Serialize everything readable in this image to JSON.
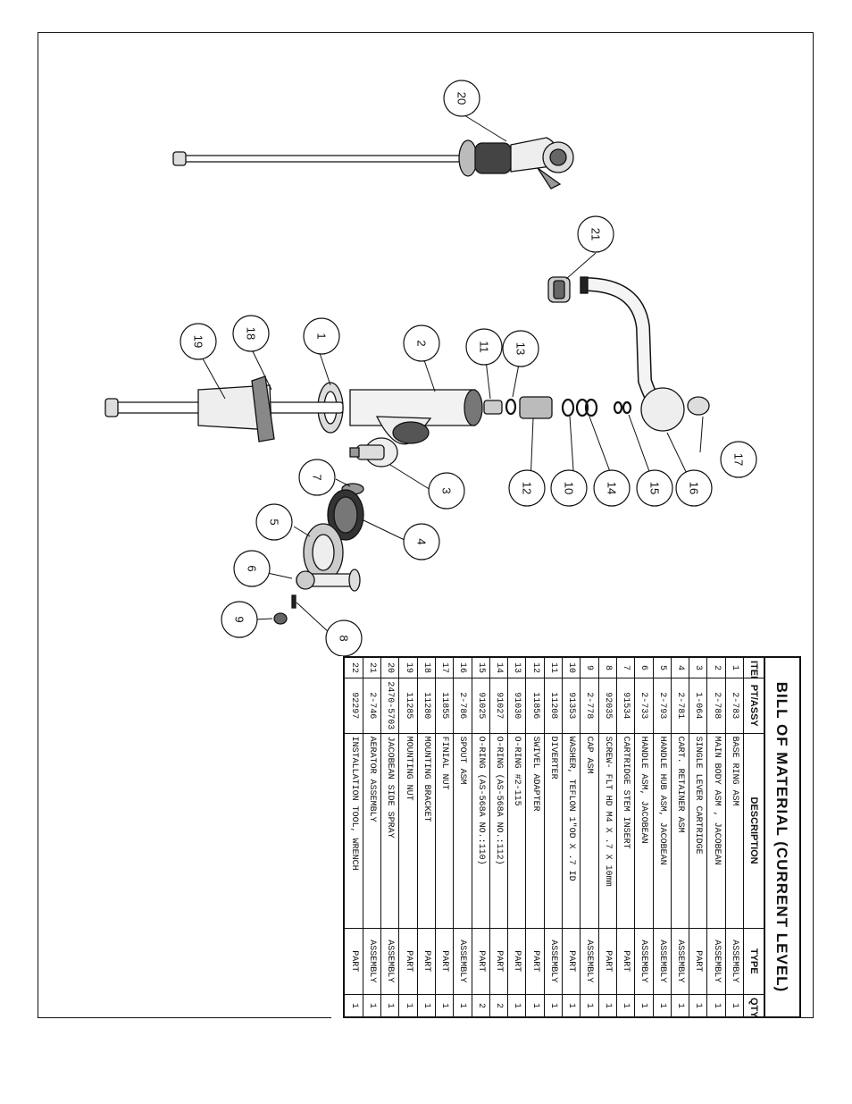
{
  "bom": {
    "title": "BILL  OF  MATERIAL  (CURRENT  LEVEL)",
    "headers": {
      "item": "ITEM",
      "pt": "PT/ASSY",
      "desc": "DESCRIPTION",
      "type": "TYPE",
      "qty": "QTY."
    },
    "rows": [
      {
        "item": "1",
        "pt": "2-783",
        "desc": "BASE RING ASM",
        "type": "ASSEMBLY",
        "qty": "1"
      },
      {
        "item": "2",
        "pt": "2-788",
        "desc": "MAIN BODY ASM , JACOBEAN",
        "type": "ASSEMBLY",
        "qty": "1"
      },
      {
        "item": "3",
        "pt": "1-064",
        "desc": "SINGLE LEVER CARTRIDGE",
        "type": "PART",
        "qty": "1"
      },
      {
        "item": "4",
        "pt": "2-781",
        "desc": "CART. RETAINER ASM",
        "type": "ASSEMBLY",
        "qty": "1"
      },
      {
        "item": "5",
        "pt": "2-793",
        "desc": "HANDLE HUB ASM, JACOBEAN",
        "type": "ASSEMBLY",
        "qty": "1"
      },
      {
        "item": "6",
        "pt": "2-733",
        "desc": "HANDLE ASM, JACOBEAN",
        "type": "ASSEMBLY",
        "qty": "1"
      },
      {
        "item": "7",
        "pt": "91534",
        "desc": "CARTRIDGE STEM INSERT",
        "type": "PART",
        "qty": "1"
      },
      {
        "item": "8",
        "pt": "92035",
        "desc": "SCREW- FLT HD M4 X .7 X 10mm",
        "type": "PART",
        "qty": "1"
      },
      {
        "item": "9",
        "pt": "2-778",
        "desc": "CAP ASM",
        "type": "ASSEMBLY",
        "qty": "1"
      },
      {
        "item": "10",
        "pt": "91353",
        "desc": "WASHER, TEFLON 1\"OD X .7 ID",
        "type": "PART",
        "qty": "1"
      },
      {
        "item": "11",
        "pt": "11208",
        "desc": "DIVERTER",
        "type": "ASSEMBLY",
        "qty": "1"
      },
      {
        "item": "12",
        "pt": "11856",
        "desc": "SWIVEL ADAPTER",
        "type": "PART",
        "qty": "1"
      },
      {
        "item": "13",
        "pt": "91030",
        "desc": "O-RING #2-115",
        "type": "PART",
        "qty": "1"
      },
      {
        "item": "14",
        "pt": "91027",
        "desc": "O-RING (AS-568A NO.:112)",
        "type": "PART",
        "qty": "2"
      },
      {
        "item": "15",
        "pt": "91025",
        "desc": "O-RING (AS-568A NO.:110)",
        "type": "PART",
        "qty": "2"
      },
      {
        "item": "16",
        "pt": "2-786",
        "desc": "SPOUT ASM",
        "type": "ASSEMBLY",
        "qty": "1"
      },
      {
        "item": "17",
        "pt": "11855",
        "desc": "FINIAL NUT",
        "type": "PART",
        "qty": "1"
      },
      {
        "item": "18",
        "pt": "11280",
        "desc": "MOUNTING BRACKET",
        "type": "PART",
        "qty": "1"
      },
      {
        "item": "19",
        "pt": "11285",
        "desc": "MOUNTING NUT",
        "type": "PART",
        "qty": "1"
      },
      {
        "item": "20",
        "pt": "2470-5703",
        "desc": "JACOBEAN SIDE SPRAY",
        "type": "ASSEMBLY",
        "qty": "1"
      },
      {
        "item": "21",
        "pt": "2-746",
        "desc": "AERATOR ASSEMBLY",
        "type": "ASSEMBLY",
        "qty": "1"
      },
      {
        "item": "22",
        "pt": "92297",
        "desc": "INSTALLATION TOOL, WRENCH",
        "type": "PART",
        "qty": "1"
      }
    ]
  },
  "callouts": [
    "1",
    "2",
    "3",
    "4",
    "5",
    "6",
    "7",
    "8",
    "9",
    "10",
    "11",
    "12",
    "13",
    "14",
    "15",
    "16",
    "17",
    "18",
    "19",
    "20",
    "21"
  ]
}
